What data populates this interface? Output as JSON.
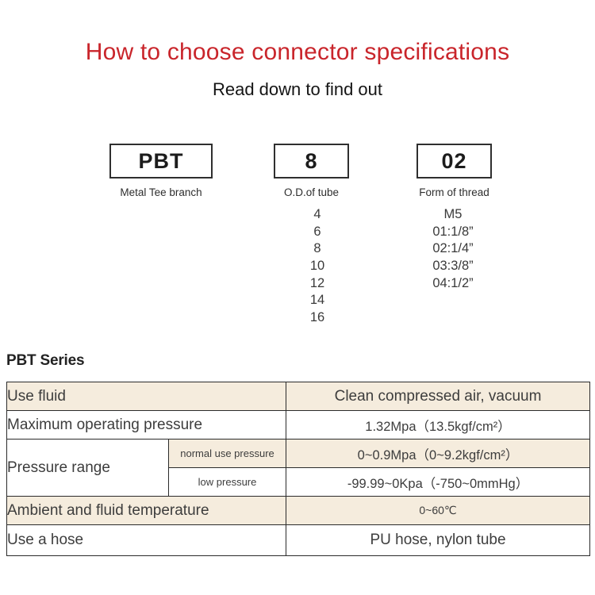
{
  "page": {
    "title": "How to choose connector specifications",
    "subtitle": "Read down to find out"
  },
  "colors": {
    "title_red": "#c9252b",
    "table_band_beige": "#f5ecdd",
    "table_border": "#2b2b2b"
  },
  "selector": {
    "boxes": [
      {
        "code": "PBT",
        "label": "Metal Tee branch"
      },
      {
        "code": "8",
        "label": "O.D.of tube"
      },
      {
        "code": "02",
        "label": "Form of thread"
      }
    ],
    "tube_options": [
      "4",
      "6",
      "8",
      "10",
      "12",
      "14",
      "16"
    ],
    "thread_options": [
      "M5",
      "01:1/8”",
      "02:1/4”",
      "03:3/8”",
      "04:1/2”"
    ]
  },
  "series": {
    "heading": "PBT Series"
  },
  "spec_table": {
    "rows": [
      {
        "label": "Use fluid",
        "value": "Clean compressed air, vacuum"
      },
      {
        "label": "Maximum operating pressure",
        "value": "1.32Mpa（13.5kgf/cm²）"
      },
      {
        "label": "Pressure range",
        "sub_label": "normal use pressure",
        "value": "0~0.9Mpa（0~9.2kgf/cm²）"
      },
      {
        "sub_label": "low pressure",
        "value": "-99.99~0Kpa（-750~0mmHg）"
      },
      {
        "label": "Ambient and fluid temperature",
        "value": "0~60℃"
      },
      {
        "label": "Use a hose",
        "value": "PU hose, nylon tube"
      }
    ]
  }
}
